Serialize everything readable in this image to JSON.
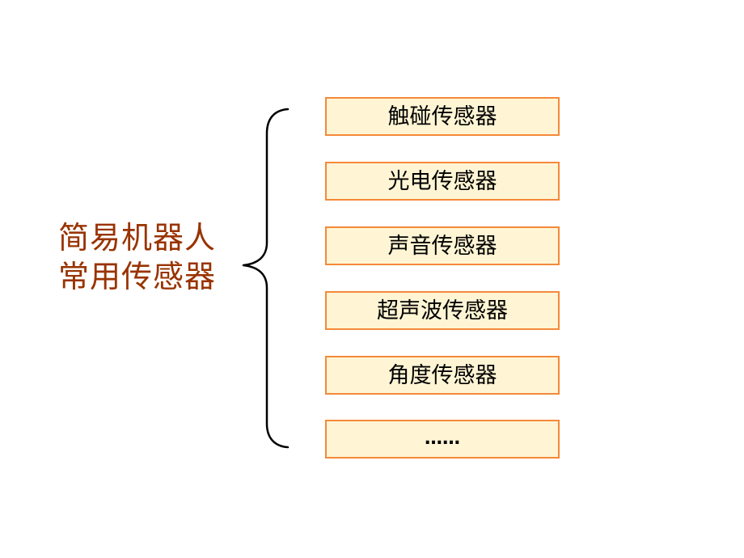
{
  "title": {
    "line1": "简易机器人",
    "line2": "常用传感器",
    "color": "#993300"
  },
  "brace": {
    "icon": "left-curly-brace-icon",
    "color": "#000000"
  },
  "sensors": {
    "box_fill": "#fff5d4",
    "box_border": "#f5893a",
    "items": [
      {
        "label": "触碰传感器"
      },
      {
        "label": "光电传感器"
      },
      {
        "label": "声音传感器"
      },
      {
        "label": "超声波传感器"
      },
      {
        "label": "角度传感器"
      },
      {
        "label": "……"
      }
    ]
  }
}
